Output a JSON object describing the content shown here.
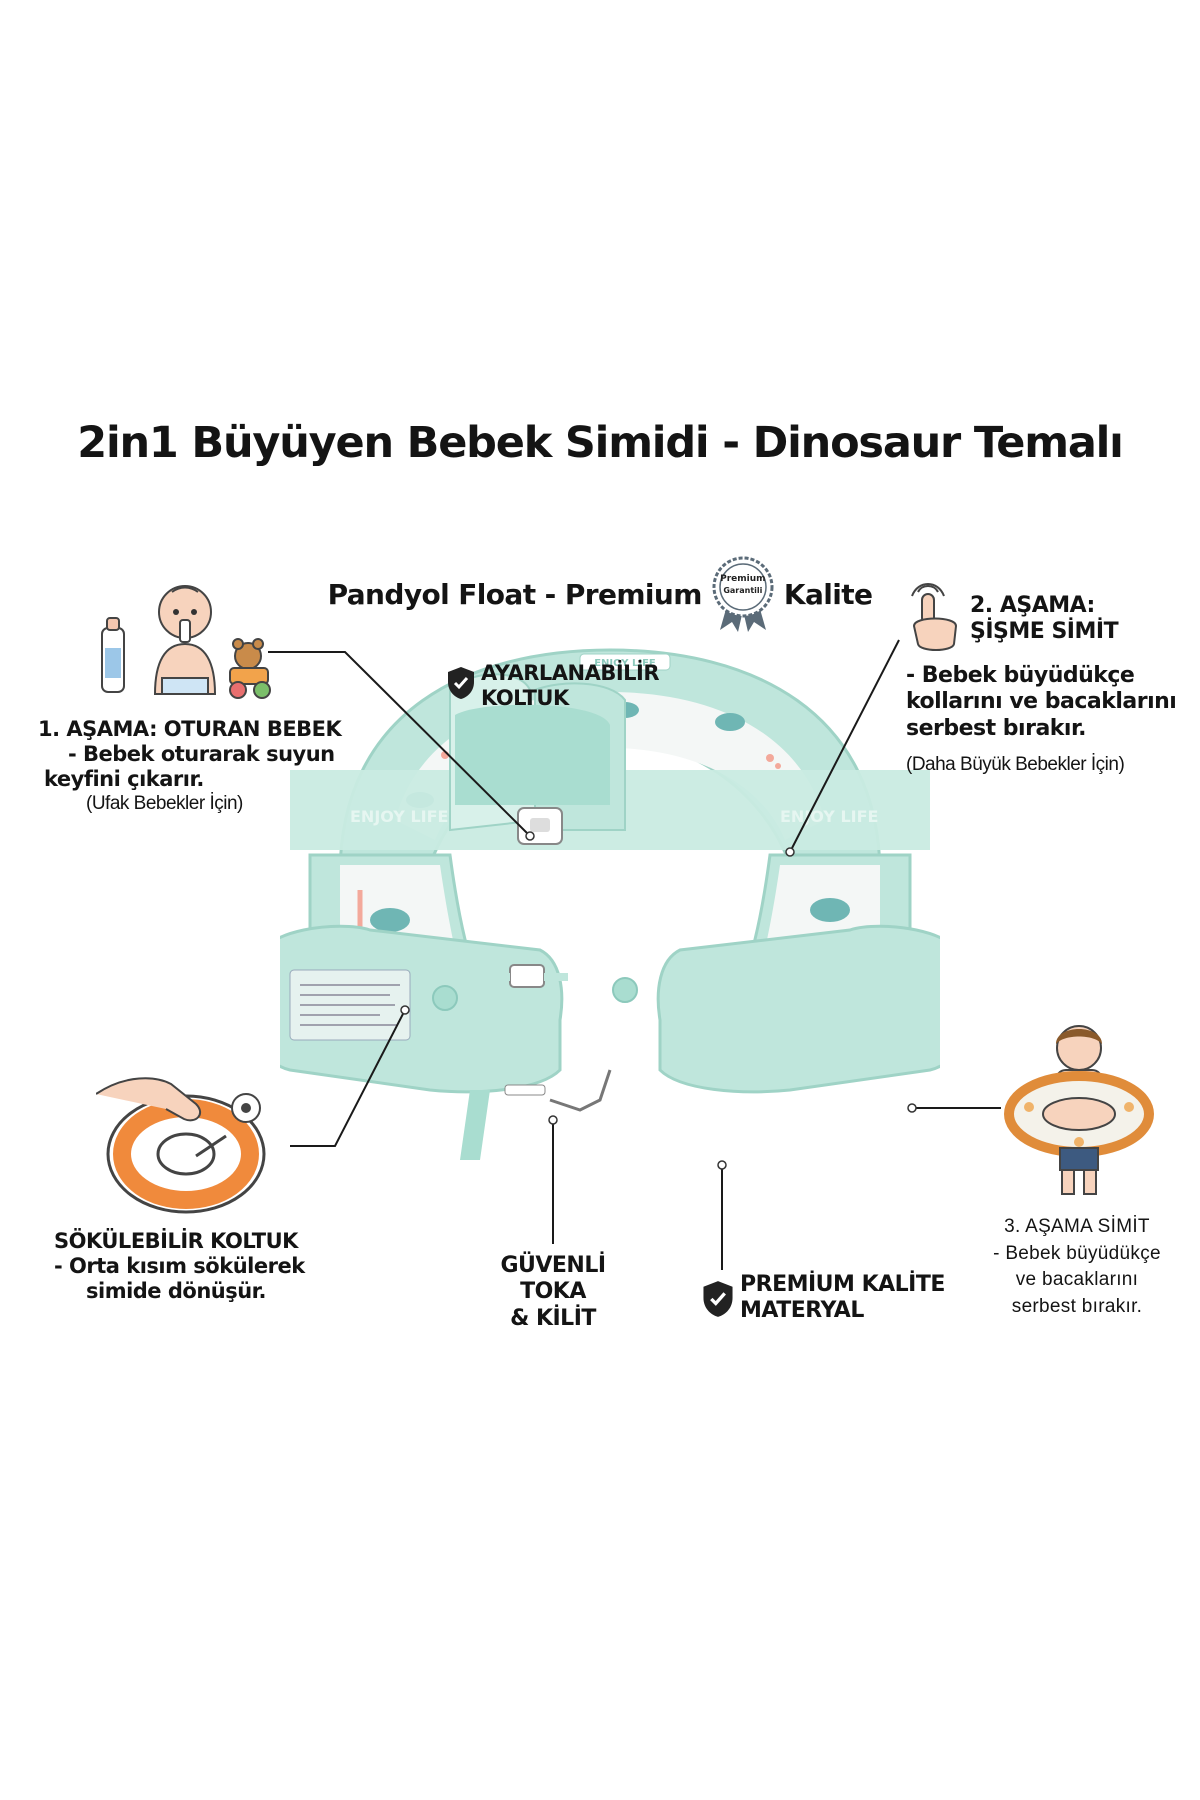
{
  "title": "2in1 Büyüyen Bebek Simidi - Dinosaur Temalı",
  "subtitle": {
    "left": "Pandyol Float - Premium",
    "right": "Kalite",
    "badge_line1": "Premium",
    "badge_line2": "Garantili"
  },
  "product": {
    "print_text_1": "ENJOY LIFE",
    "print_text_2": "ENJOY LIFE",
    "print_text_3": "ENJOY LIFE"
  },
  "callouts": {
    "seat": {
      "line1": "AYARLANABİLİR",
      "line2": "KOLTUK"
    },
    "stage1": {
      "title": "1. AŞAMA: OTURAN BEBEK",
      "desc1": "- Bebek oturarak suyun",
      "desc2": "keyfini çıkarır.",
      "note": "(Ufak Bebekler İçin)"
    },
    "stage2": {
      "title1": "2. AŞAMA:",
      "title2": "ŞİŞME SİMİT",
      "desc1": "- Bebek büyüdükçe",
      "desc2": "kollarını ve bacaklarını",
      "desc3": "serbest bırakır.",
      "note": "(Daha Büyük Bebekler İçin)"
    },
    "removable": {
      "title": "SÖKÜLEBİLİR KOLTUK",
      "desc1": "- Orta kısım sökülerek",
      "desc2": "simide dönüşür."
    },
    "buckle": {
      "line1": "GÜVENLİ",
      "line2": "TOKA",
      "line3": "& KİLİT"
    },
    "material": {
      "line1": "PREMİUM KALİTE",
      "line2": "MATERYAL"
    },
    "stage3": {
      "title": "3. AŞAMA SİMİT",
      "desc1": "- Bebek büyüdükçe",
      "desc2": "ve bacaklarını",
      "desc3": "serbest bırakır."
    }
  },
  "colors": {
    "mint": "#bfe6dc",
    "mint_dark": "#9fd3c6",
    "mint_light": "#d8f1ea",
    "panel": "#f4f7f6",
    "text": "#141414"
  }
}
